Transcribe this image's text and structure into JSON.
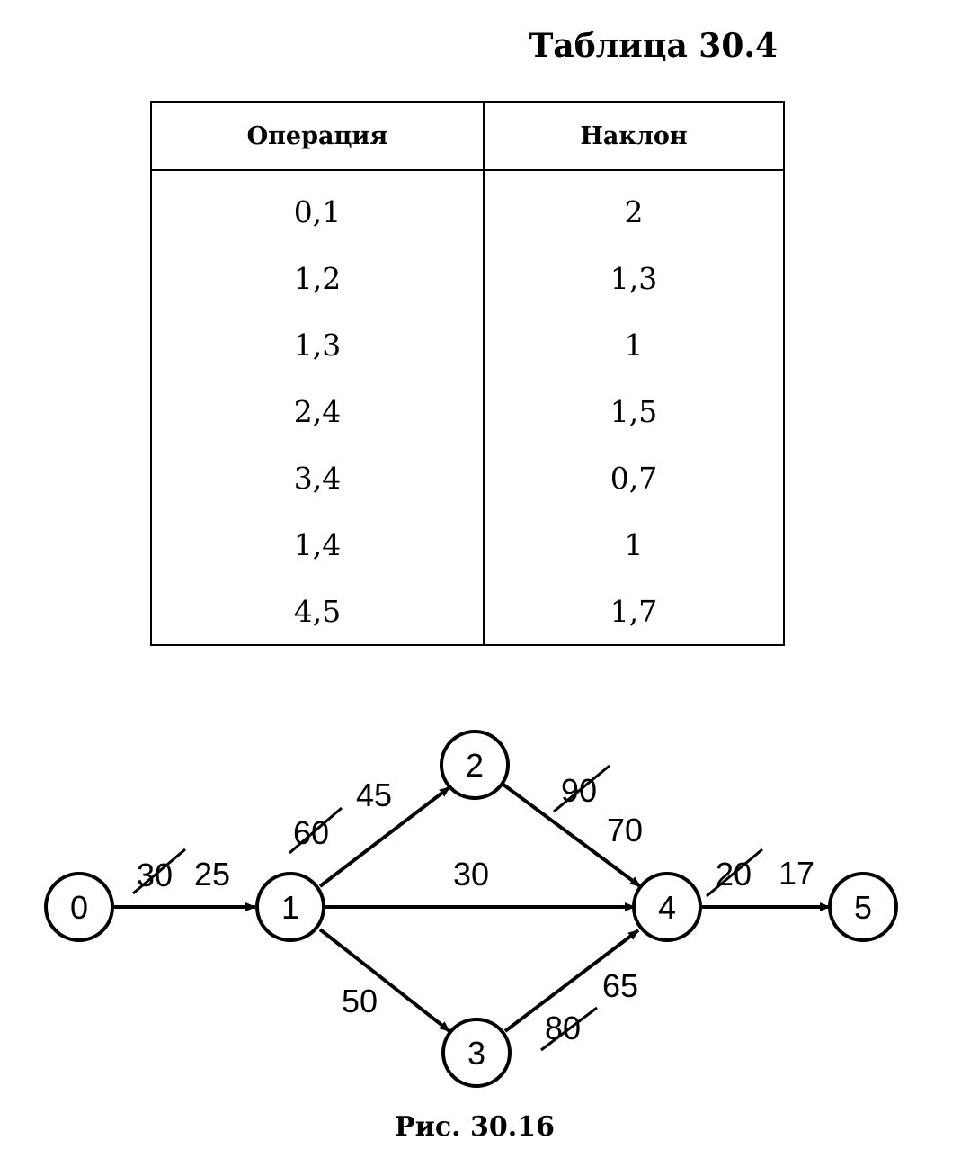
{
  "table": {
    "title": "Таблица 30.4",
    "headers": [
      "Операция",
      "Наклон"
    ],
    "rows": [
      [
        "0,1",
        "2"
      ],
      [
        "1,2",
        "1,3"
      ],
      [
        "1,3",
        "1"
      ],
      [
        "2,4",
        "1,5"
      ],
      [
        "3,4",
        "0,7"
      ],
      [
        "1,4",
        "1"
      ],
      [
        "4,5",
        "1,7"
      ]
    ]
  },
  "network": {
    "nodes": [
      {
        "id": "0",
        "label": "0"
      },
      {
        "id": "1",
        "label": "1"
      },
      {
        "id": "2",
        "label": "2"
      },
      {
        "id": "3",
        "label": "3"
      },
      {
        "id": "4",
        "label": "4"
      },
      {
        "id": "5",
        "label": "5"
      }
    ],
    "edges": [
      {
        "from": "0",
        "to": "1",
        "old_duration": "30",
        "new_duration": "25"
      },
      {
        "from": "1",
        "to": "2",
        "old_duration": "60",
        "new_duration": "45"
      },
      {
        "from": "1",
        "to": "4",
        "old_duration": "",
        "new_duration": "30"
      },
      {
        "from": "1",
        "to": "3",
        "old_duration": "",
        "new_duration": "50"
      },
      {
        "from": "2",
        "to": "4",
        "old_duration": "90",
        "new_duration": "70"
      },
      {
        "from": "3",
        "to": "4",
        "old_duration": "80",
        "new_duration": "65"
      },
      {
        "from": "4",
        "to": "5",
        "old_duration": "20",
        "new_duration": "17"
      }
    ]
  },
  "caption": "Рис. 30.16"
}
